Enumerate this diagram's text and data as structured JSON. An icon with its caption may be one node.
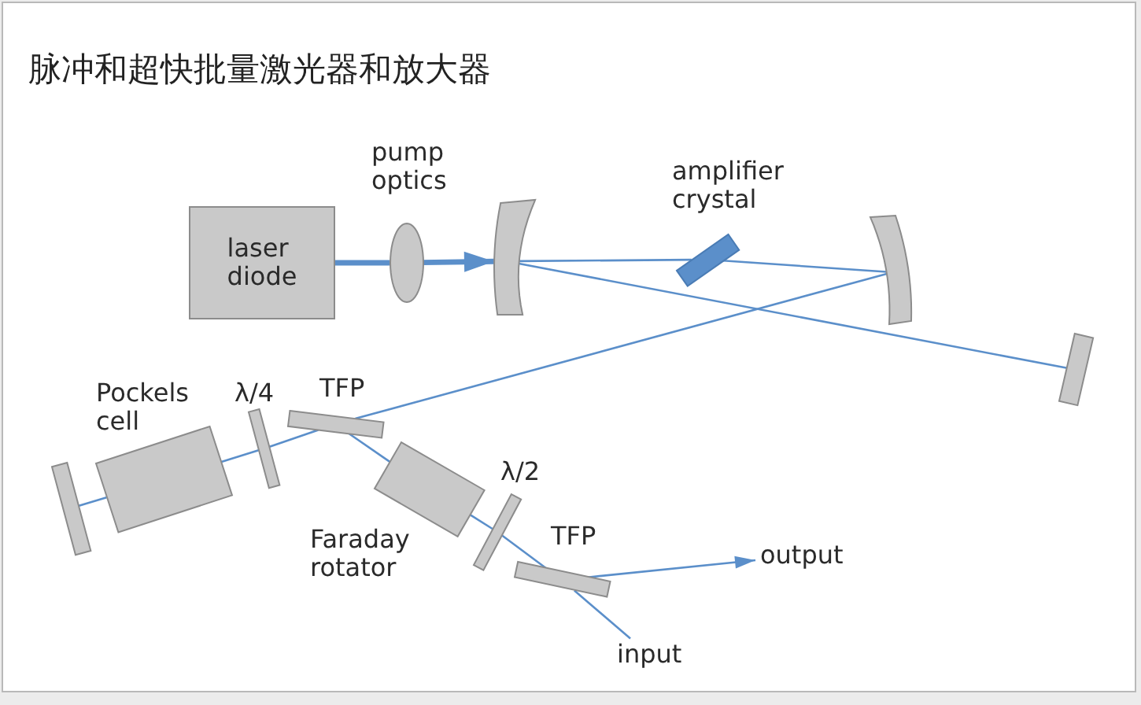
{
  "diagram": {
    "title": "脉冲和超快批量激光器和放大器",
    "nodes": [
      {
        "text": [
          "pump optics"
        ]
      },
      {
        "text": [
          "amplifier crystal"
        ]
      },
      {
        "text": [
          "laser diode"
        ]
      },
      {
        "text": [],
        "shape": "bar"
      },
      {
        "text": [],
        "shape": "bar"
      },
      {
        "text": [],
        "shape": "bar"
      },
      {
        "text": [
          "Pockels cell"
        ]
      },
      {
        "text": [
          "λ/4"
        ]
      },
      {
        "text": [
          "TFP"
        ]
      },
      {
        "text": [],
        "shape": "bar"
      },
      {
        "text": [
          "λ/2"
        ]
      },
      {
        "text": [
          "Faraday rotator"
        ]
      },
      {
        "text": [
          "TFP"
        ]
      },
      {
        "text": [
          "output"
        ]
      },
      {
        "text": [
          "input"
        ]
      }
    ],
    "edges": [
      {
        "from": 2,
        "to": 0,
        "arrow": "none",
        "style": "thick"
      },
      {
        "from": 0,
        "to": 3,
        "arrow": "to",
        "style": "thick"
      },
      {
        "from": 3,
        "to": 1,
        "arrow": "none"
      },
      {
        "from": 1,
        "to": 4,
        "arrow": "none"
      },
      {
        "from": 3,
        "to": 5,
        "arrow": "none"
      },
      {
        "from": 4,
        "to": 8,
        "arrow": "none"
      },
      {
        "from": 8,
        "to": 7,
        "arrow": "none"
      },
      {
        "from": 7,
        "to": 6,
        "arrow": "none"
      },
      {
        "from": 6,
        "to": 9,
        "arrow": "none"
      },
      {
        "from": 8,
        "to": 11,
        "arrow": "none"
      },
      {
        "from": 11,
        "to": 10,
        "arrow": "none"
      },
      {
        "from": 10,
        "to": 12,
        "arrow": "none"
      },
      {
        "from": 12,
        "to": 13,
        "arrow": "to"
      },
      {
        "from": 14,
        "to": 12,
        "arrow": "none"
      }
    ]
  }
}
